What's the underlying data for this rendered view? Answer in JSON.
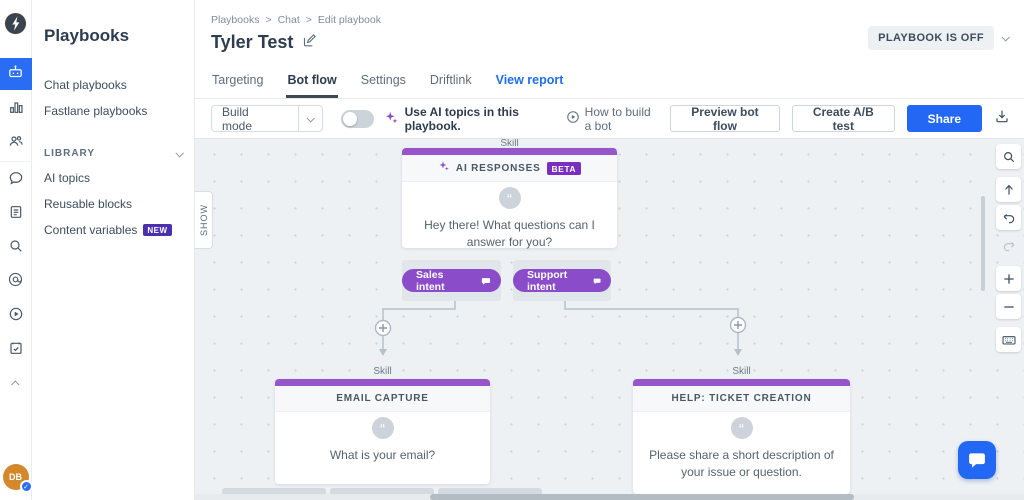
{
  "colors": {
    "accent_blue": "#2a6df5",
    "node_purple": "#9655c8",
    "pill_purple": "#8a4cc8",
    "beta_purple": "#7b2fc0",
    "new_badge_purple": "#4c2fae",
    "canvas_bg": "#eef1f4"
  },
  "rail": {
    "items": [
      {
        "name": "playbooks",
        "selected": true
      },
      {
        "name": "analytics"
      },
      {
        "name": "contacts"
      },
      {
        "name": "conversations"
      },
      {
        "name": "content"
      },
      {
        "name": "search"
      },
      {
        "name": "campaigns"
      },
      {
        "name": "media"
      },
      {
        "name": "tasks"
      },
      {
        "name": "collapse"
      }
    ],
    "avatar_initials": "DB",
    "avatar_badge": "✓"
  },
  "sidebar": {
    "title": "Playbooks",
    "items": [
      {
        "label": "Chat playbooks"
      },
      {
        "label": "Fastlane playbooks"
      }
    ],
    "library": {
      "label": "LIBRARY",
      "items": [
        {
          "label": "AI topics"
        },
        {
          "label": "Reusable blocks"
        },
        {
          "label": "Content variables",
          "badge": "NEW"
        }
      ]
    }
  },
  "header": {
    "breadcrumb": {
      "0": "Playbooks",
      "1": "Chat",
      "2": "Edit playbook",
      "separator": ">"
    },
    "title": "Tyler Test",
    "status": "PLAYBOOK IS OFF"
  },
  "tabs": {
    "items": [
      {
        "label": "Targeting"
      },
      {
        "label": "Bot flow"
      },
      {
        "label": "Settings"
      },
      {
        "label": "Driftlink"
      }
    ],
    "active": "Bot flow",
    "report_link": "View report"
  },
  "toolbar": {
    "mode_select": "Build mode",
    "ai_toggle_label": "Use AI topics in this playbook.",
    "help_link": "How to build a bot",
    "preview_button": "Preview bot flow",
    "ab_button": "Create A/B test",
    "share_button": "Share"
  },
  "canvas": {
    "show_tab": "SHOW",
    "quote_glyph": "“",
    "ai_node": {
      "type_label": "Skill",
      "header": "AI RESPONSES",
      "badge": "BETA",
      "message": "Hey there! What questions can I answer for you?"
    },
    "intents": {
      "0": {
        "label": "Sales intent"
      },
      "1": {
        "label": "Support intent"
      }
    },
    "email_node": {
      "type_label": "Skill",
      "header": "EMAIL CAPTURE",
      "message": "What is your email?"
    },
    "help_node": {
      "type_label": "Skill",
      "header": "HELP: TICKET CREATION",
      "message": "Please share a short description of your issue or question."
    }
  }
}
